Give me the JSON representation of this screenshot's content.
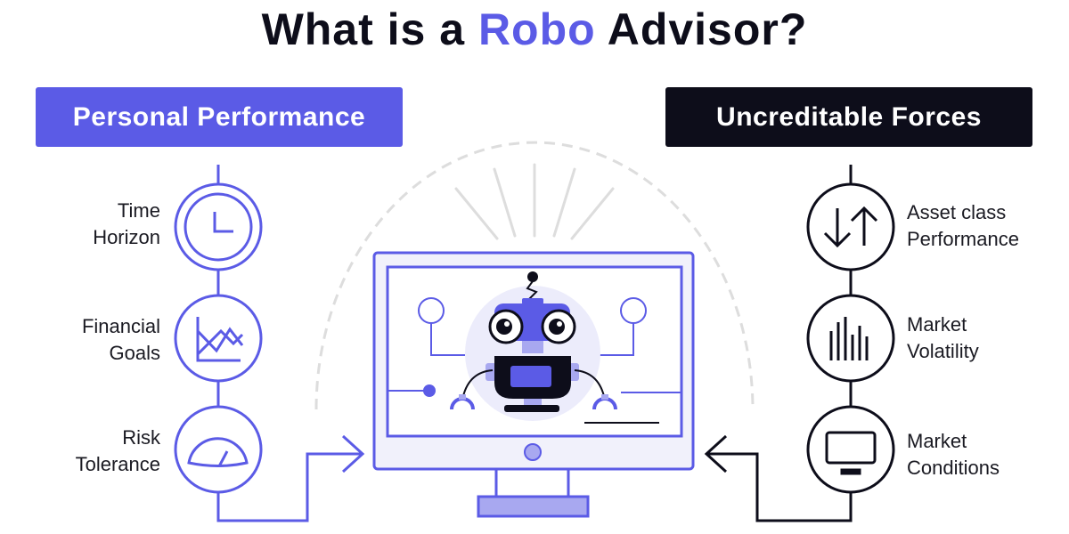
{
  "title": {
    "prefix": "What is a ",
    "accent": "Robo",
    "suffix": " Advisor?"
  },
  "colors": {
    "accent": "#5b5be6",
    "dark": "#0d0d1a",
    "light_accent": "#a8a8f0"
  },
  "left_panel": {
    "heading": "Personal Performance",
    "items": [
      {
        "line1": "Time",
        "line2": "Horizon",
        "icon": "clock-icon"
      },
      {
        "line1": "Financial",
        "line2": "Goals",
        "icon": "chart-icon"
      },
      {
        "line1": "Risk",
        "line2": "Tolerance",
        "icon": "gauge-icon"
      }
    ]
  },
  "right_panel": {
    "heading": "Uncreditable Forces",
    "items": [
      {
        "line1": "Asset class",
        "line2": "Performance",
        "icon": "arrows-up-down-icon"
      },
      {
        "line1": "Market",
        "line2": "Volatility",
        "icon": "bars-icon"
      },
      {
        "line1": "Market",
        "line2": "Conditions",
        "icon": "monitor-icon"
      }
    ]
  }
}
